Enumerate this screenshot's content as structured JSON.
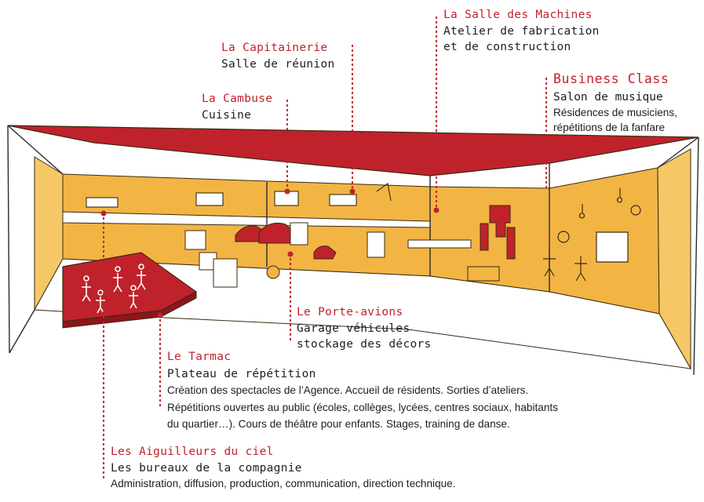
{
  "colors": {
    "accent_red": "#c0222b",
    "wall_orange": "#f2b544",
    "floor_white": "#ffffff",
    "ink": "#1e1e1e"
  },
  "zones": {
    "salle_machines": {
      "title": "La Salle des Machines",
      "subtitle_line1": "Atelier de fabrication",
      "subtitle_line2": "et de construction"
    },
    "capitainerie": {
      "title": "La Capitainerie",
      "subtitle": "Salle de réunion"
    },
    "business_class": {
      "title": "Business Class",
      "subtitle": "Salon de musique",
      "detail_line1": "Résidences de musiciens,",
      "detail_line2": "répétitions de la fanfare"
    },
    "cambuse": {
      "title": "La Cambuse",
      "subtitle": "Cuisine"
    },
    "porte_avions": {
      "title": "Le Porte-avions",
      "subtitle_line1": "Garage véhicules",
      "subtitle_line2": "stockage des décors"
    },
    "tarmac": {
      "title": "Le Tarmac",
      "subtitle": "Plateau de répétition",
      "detail_line1": "Création des spectacles de l’Agence. Accueil de résidents. Sorties d’ateliers.",
      "detail_line2": "Répétitions ouvertes au public (écoles, collèges, lycées, centres sociaux, habitants",
      "detail_line3": "du quartier…). Cours de théâtre pour enfants. Stages, training de danse."
    },
    "aiguilleurs": {
      "title": "Les Aiguilleurs du ciel",
      "subtitle": "Les bureaux de la compagnie",
      "detail": "Administration, diffusion, production, communication, direction technique."
    }
  }
}
